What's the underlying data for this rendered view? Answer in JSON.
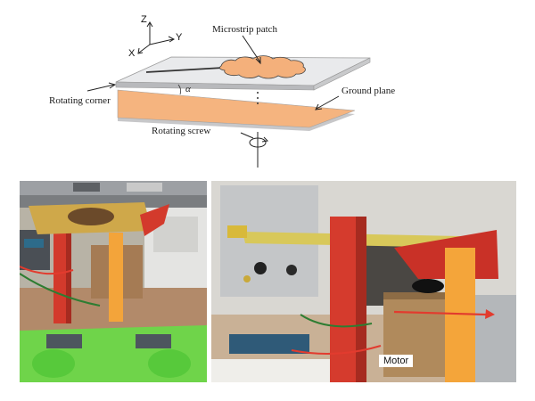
{
  "axes": {
    "z": "Z",
    "y": "Y",
    "x": "X"
  },
  "labels": {
    "microstrip_patch": "Microstrip patch",
    "ground_plane": "Ground plane",
    "rotating_corner": "Rotating corner",
    "rotating_screw": "Rotating screw",
    "alpha": "α"
  },
  "photos": {
    "right": {
      "motor_label": "Motor"
    }
  },
  "colors": {
    "ground_plane": "#f5b47f",
    "top_plate": "#e9eaec",
    "patch": "#f4b07b",
    "red_arrow": "#e23b2e"
  }
}
